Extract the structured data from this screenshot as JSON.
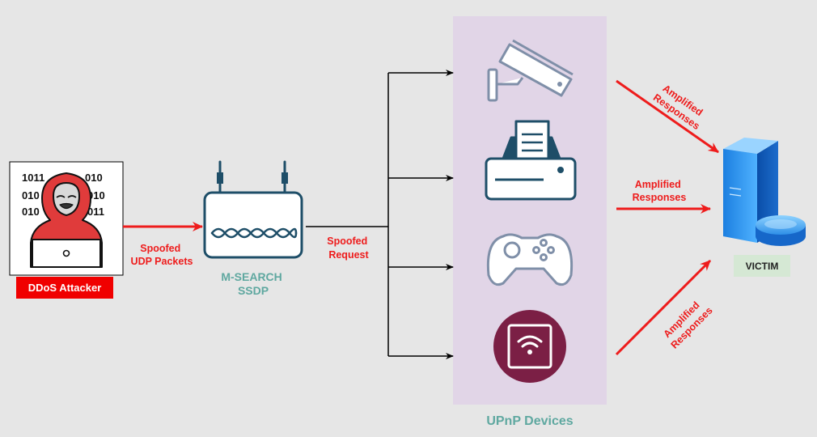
{
  "attacker": {
    "label": "DDoS Attacker",
    "binary_left": [
      "1011",
      "010",
      "010"
    ],
    "binary_right": [
      "010",
      "010",
      "011"
    ]
  },
  "attack_edge": {
    "line1": "Spoofed",
    "line2": "UDP Packets"
  },
  "router": {
    "line1": "M-SEARCH",
    "line2": "SSDP"
  },
  "request_edge": {
    "line1": "Spoofed",
    "line2": "Request"
  },
  "devices_group": {
    "label": "UPnP Devices"
  },
  "responses": [
    {
      "line1": "Amplified",
      "line2": "Responses"
    },
    {
      "line1": "Amplified",
      "line2": "Responses"
    },
    {
      "line1": "Amplified",
      "line2": "Responses"
    }
  ],
  "victim": {
    "label": "VICTIM"
  },
  "colors": {
    "background": "#e6e6e6",
    "arrow_red": "#ee1c1c",
    "router_stroke": "#1e4e68",
    "device_stroke": "#7f8fa8",
    "group_fill": "#e1d5e7",
    "wifi_circle": "#7b1f45",
    "teal_text": "#5fa8a0",
    "victim_label_bg": "#d5e8d4"
  }
}
